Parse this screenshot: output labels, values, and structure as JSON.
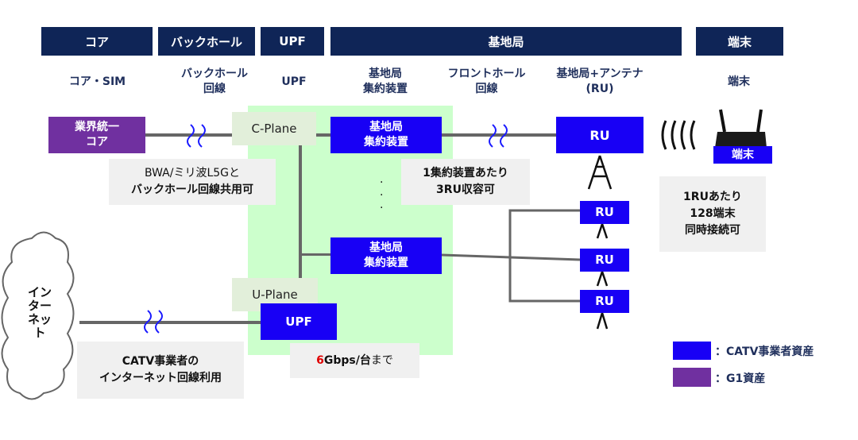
{
  "headers": [
    "コア",
    "バックホール",
    "UPF",
    "基地局",
    "端末"
  ],
  "subheaders": {
    "core": "コア・SIM",
    "backhaul": [
      "バックホール",
      "回線"
    ],
    "upf": "UPF",
    "cu": [
      "基地局",
      "集約装置"
    ],
    "fronthaul": [
      "フロントホール",
      "回線"
    ],
    "ru": [
      "基地局+アンテナ",
      "(RU)"
    ],
    "terminal": "端末"
  },
  "nodes": {
    "core": [
      "業界統一",
      "コア"
    ],
    "cplane": "C-Plane",
    "uplane": "U-Plane",
    "upf": "UPF",
    "cu1": [
      "基地局",
      "集約装置"
    ],
    "cu2": [
      "基地局",
      "集約装置"
    ],
    "ru_main": "RU",
    "ru_small": [
      "RU",
      "RU",
      "RU"
    ],
    "terminal": "端末",
    "internet": [
      "イン",
      "ター",
      "ネット"
    ]
  },
  "notes": {
    "bwa": [
      "BWA/ミリ波L5Gと",
      "バックホール回線共用可"
    ],
    "cu_capacity": [
      "1集約装置あたり",
      "3RU収容可"
    ],
    "ru_capacity": [
      "1RUあたり",
      "128端末",
      "同時接続可"
    ],
    "catv": [
      "CATV事業者の",
      "インターネット回線利用"
    ],
    "upf_speed": {
      "num": "6",
      "rest": "Gbps/台",
      "suffix": "まで"
    }
  },
  "legend": [
    {
      "label": "：CATV事業者資産",
      "color": "#1800f5"
    },
    {
      "label": "：G1資産",
      "color": "#7030a0"
    }
  ],
  "colors": {
    "navy": "#0f2557",
    "blue": "#1800f5",
    "purple": "#7030a0",
    "green": "#ccffcc"
  }
}
